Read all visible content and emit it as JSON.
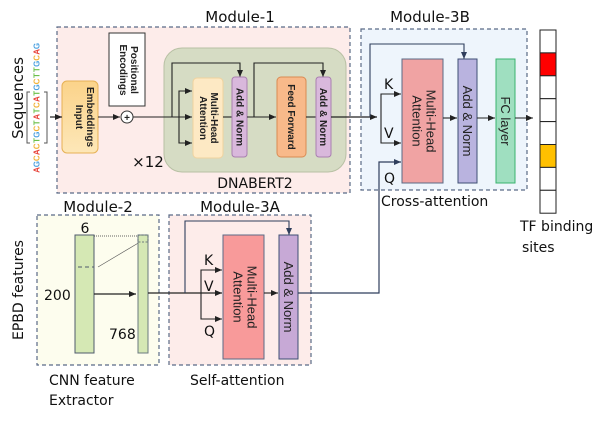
{
  "modules": {
    "m1": {
      "title": "Module-1",
      "subtitle": "DNABERT2",
      "repeat": "×12"
    },
    "m2": {
      "title": "Module-2",
      "caption_line1": "CNN feature",
      "caption_line2": "Extractor",
      "dim_width": "6",
      "dim_rows": "200",
      "dim_out": "768"
    },
    "m3a": {
      "title": "Module-3A",
      "caption": "Self-attention"
    },
    "m3b": {
      "title": "Module-3B",
      "caption": "Cross-attention"
    }
  },
  "inputs": {
    "sequences_label": "Sequences",
    "sequence": "AGCACTGCTATCATGCTTGCAG",
    "epbd_label": "EPBD features"
  },
  "blocks": {
    "input_embeddings_1": "Input",
    "input_embeddings_2": "Embeddings",
    "positional_1": "Positional",
    "positional_2": "Encodings",
    "plus": "+",
    "mha_1": "Multi-Head",
    "mha_2": "Attention",
    "add_norm": "Add & Norm",
    "feed_forward": "Feed Forward",
    "fc_layer": "FC layer"
  },
  "qkv": {
    "k": "K",
    "v": "V",
    "q": "Q"
  },
  "output": {
    "label_1": "TF binding",
    "label_2": "sites",
    "cells": [
      "empty",
      "red",
      "empty",
      "empty",
      "empty",
      "orange",
      "empty",
      "empty"
    ],
    "colors": {
      "empty": "#ffffff",
      "red": "#ff0000",
      "orange": "#ffc000"
    }
  },
  "colors": {
    "module1_bg": "#fdecea",
    "module2_bg": "#fdfdee",
    "module3a_bg": "#fdecea",
    "module3b_bg": "#eef5fc",
    "dnabert_bg": "#d6dcc4",
    "mha_light": "#fde9c4",
    "add_norm": "#d9b8dc",
    "feed_forward": "#f8b98a",
    "mha_red": "#f49d9d",
    "add_norm_3": "#c7a9d6",
    "add_norm_3b": "#b9b3df",
    "fc": "#9fdfc0",
    "feature_bar": "#d5e8b4"
  }
}
